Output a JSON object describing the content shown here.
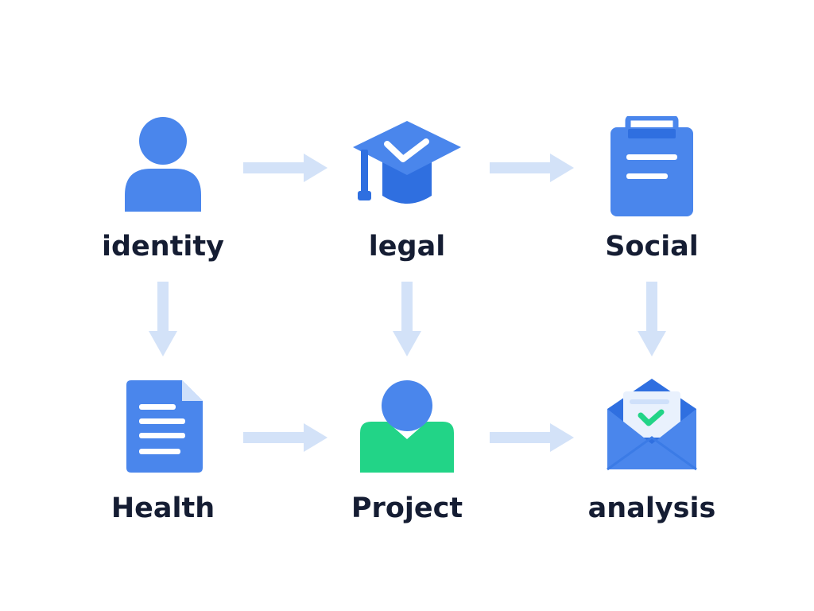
{
  "colors": {
    "primary": "#4a86ec",
    "primary_dark": "#2f6fe0",
    "primary_light": "#cfe0fa",
    "accent_green": "#22d487",
    "arrow": "#d3e2f8",
    "label": "#151d33",
    "background": "#ffffff"
  },
  "nodes": [
    {
      "id": "identity",
      "label": "identity",
      "icon": "person-icon"
    },
    {
      "id": "legal",
      "label": "legal",
      "icon": "graduation-cap-icon"
    },
    {
      "id": "social",
      "label": "Social",
      "icon": "clipboard-icon"
    },
    {
      "id": "health",
      "label": "Health",
      "icon": "document-icon"
    },
    {
      "id": "project",
      "label": "Project",
      "icon": "user-green-icon"
    },
    {
      "id": "analysis",
      "label": "analysis",
      "icon": "envelope-check-icon"
    }
  ],
  "connections": [
    {
      "from": "identity",
      "to": "legal"
    },
    {
      "from": "legal",
      "to": "social"
    },
    {
      "from": "identity",
      "to": "health"
    },
    {
      "from": "legal",
      "to": "project"
    },
    {
      "from": "social",
      "to": "analysis"
    },
    {
      "from": "health",
      "to": "project"
    },
    {
      "from": "project",
      "to": "analysis"
    }
  ]
}
